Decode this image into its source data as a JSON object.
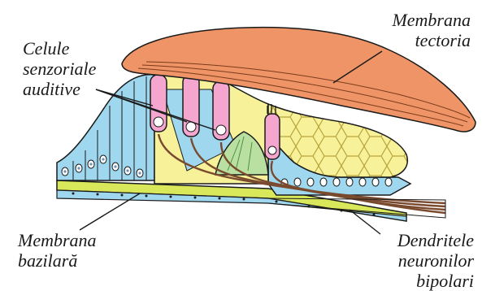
{
  "labels": {
    "sensory_cells": [
      "Celule",
      "senzoriale",
      "auditive"
    ],
    "tectorial_membrane": [
      "Membrana",
      "tectoria"
    ],
    "basilar_membrane": [
      "Membrana",
      "bazilară"
    ],
    "dendrites": [
      "Dendritele",
      "neuronilor",
      "bipolari"
    ]
  },
  "colors": {
    "tectoria": "#ef9466",
    "support_cells": "#9fd7ee",
    "hair_cells": "#f4a6cf",
    "yellow_cells": "#f7f29a",
    "basilar_band": "#d9e85a",
    "nerve_fibers": "#7a4a2e",
    "tunnel": "#b9e0a0",
    "nucleus": "#6f8fb0",
    "outline": "#1a1a1a"
  }
}
